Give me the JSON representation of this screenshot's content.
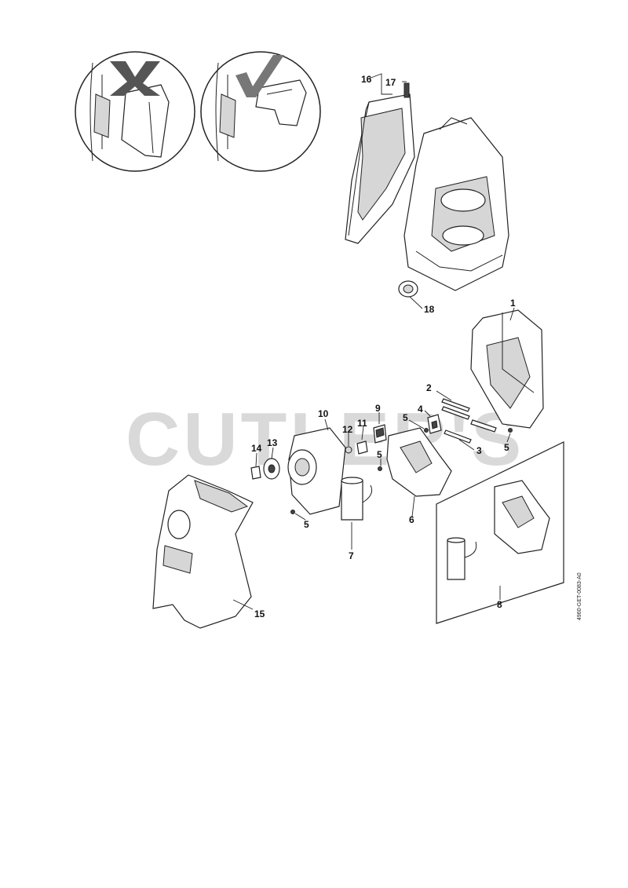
{
  "watermark": "CUTLER'S",
  "document_id": "4960-GET-0083-A0",
  "inset_marks": [
    "cross-icon",
    "check-icon"
  ],
  "callouts": {
    "c1": "1",
    "c2": "2",
    "c3": "3",
    "c4": "4",
    "c5a": "5",
    "c5b": "5",
    "c5c": "5",
    "c5d": "5",
    "c6": "6",
    "c7": "7",
    "c8": "8",
    "c9": "9",
    "c10": "10",
    "c11": "11",
    "c12": "12",
    "c13": "13",
    "c14": "14",
    "c15": "15",
    "c16": "16",
    "c17": "17",
    "c18": "18"
  },
  "colors": {
    "line": "#222222",
    "watermark": "#d9d9d9",
    "shade": "#d6d6d6"
  }
}
